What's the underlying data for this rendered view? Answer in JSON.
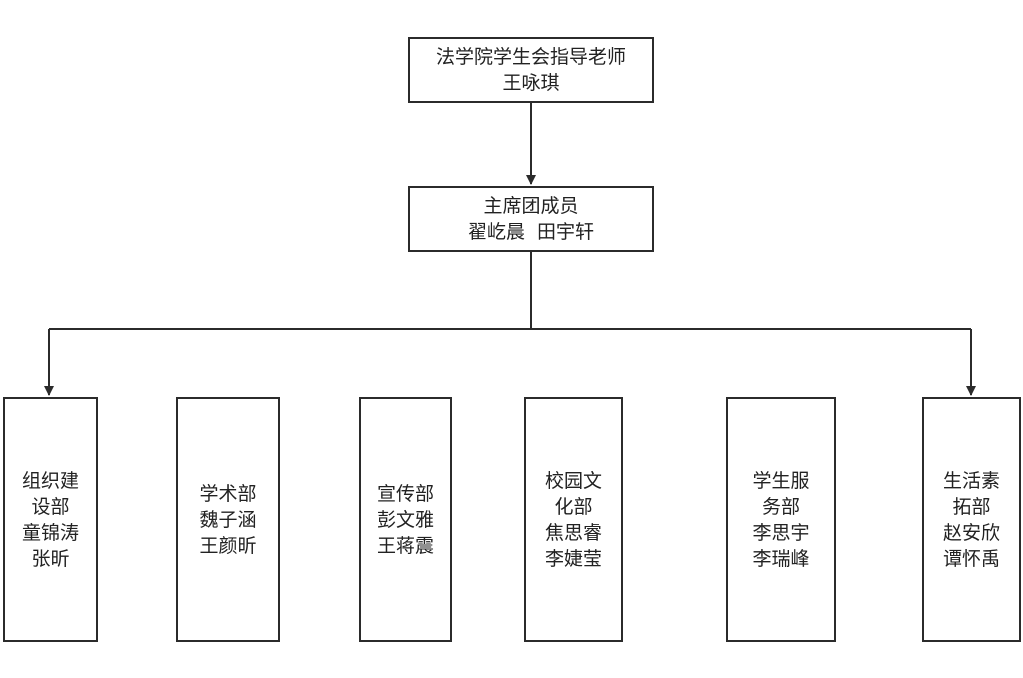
{
  "advisor": {
    "title": "法学院学生会指导老师",
    "name": "王咏琪"
  },
  "presidium": {
    "title": "主席团成员",
    "names": "翟屹晨  田宇轩"
  },
  "departments": [
    {
      "lines": [
        "组织建",
        "设部",
        "童锦涛",
        "张昕"
      ]
    },
    {
      "lines": [
        "学术部",
        "魏子涵",
        "王颜昕"
      ]
    },
    {
      "lines": [
        "宣传部",
        "彭文雅",
        "王蒋震"
      ]
    },
    {
      "lines": [
        "校园文",
        "化部",
        "焦思睿",
        "李婕莹"
      ]
    },
    {
      "lines": [
        "学生服",
        "务部",
        "李思宇",
        "李瑞峰"
      ]
    },
    {
      "lines": [
        "生活素",
        "拓部",
        "赵安欣",
        "谭怀禹"
      ]
    }
  ]
}
